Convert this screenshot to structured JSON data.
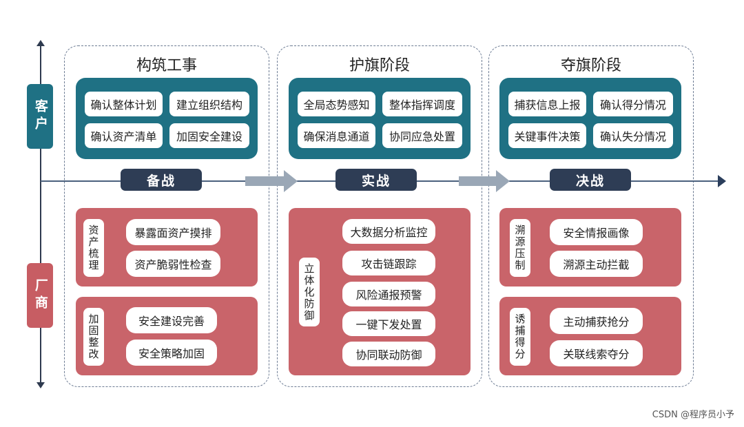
{
  "side_labels": {
    "client": "客户",
    "vendor": "厂商"
  },
  "phases": [
    {
      "title": "构筑工事",
      "stage": "备战",
      "client_items": [
        "确认整体计划",
        "建立组织结构",
        "确认资产清单",
        "加固安全建设"
      ],
      "vendor_groups": [
        {
          "label": "资产梳理",
          "items": [
            "暴露面资产摸排",
            "资产脆弱性检查"
          ]
        },
        {
          "label": "加固整改",
          "items": [
            "安全建设完善",
            "安全策略加固"
          ]
        }
      ]
    },
    {
      "title": "护旗阶段",
      "stage": "实战",
      "client_items": [
        "全局态势感知",
        "整体指挥调度",
        "确保消息通道",
        "协同应急处置"
      ],
      "vendor_groups": [
        {
          "label": "立体化防御",
          "items": [
            "大数据分析监控",
            "攻击链跟踪",
            "风险通报预警",
            "一键下发处置",
            "协同联动防御"
          ]
        }
      ]
    },
    {
      "title": "夺旗阶段",
      "stage": "决战",
      "client_items": [
        "捕获信息上报",
        "确认得分情况",
        "关键事件决策",
        "确认失分情况"
      ],
      "vendor_groups": [
        {
          "label": "溯源压制",
          "items": [
            "安全情报画像",
            "溯源主动拦截"
          ]
        },
        {
          "label": "诱捕得分",
          "items": [
            "主动捕获抢分",
            "关联线索夺分"
          ]
        }
      ]
    }
  ],
  "watermark": "CSDN @程序员小予",
  "colors": {
    "teal": "#1f7184",
    "red": "#c9646a",
    "navy": "#2e3d55",
    "arrow": "#9aa7b6"
  }
}
